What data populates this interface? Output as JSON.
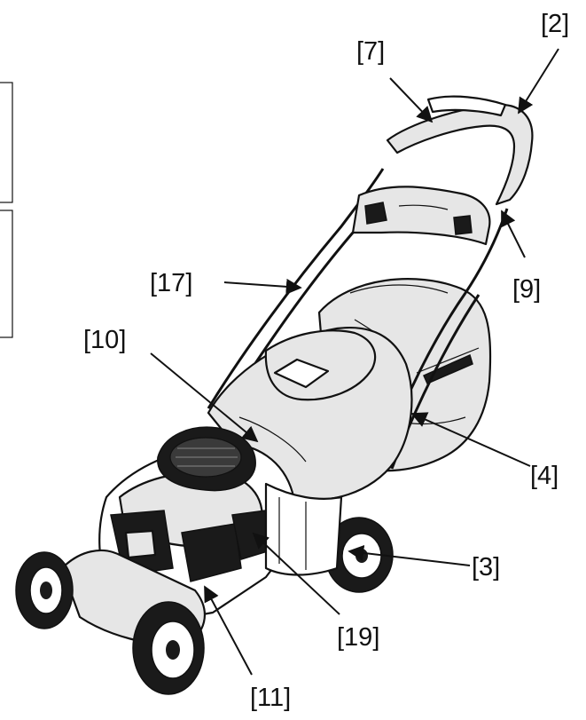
{
  "callouts": [
    {
      "id": "c2",
      "text": "[2]"
    },
    {
      "id": "c7",
      "text": "[7]"
    },
    {
      "id": "c9",
      "text": "[9]"
    },
    {
      "id": "c17",
      "text": "[17]"
    },
    {
      "id": "c10",
      "text": "[10]"
    },
    {
      "id": "c4",
      "text": "[4]"
    },
    {
      "id": "c3",
      "text": "[3]"
    },
    {
      "id": "c19",
      "text": "[19]"
    },
    {
      "id": "c11",
      "text": "[11]"
    }
  ]
}
